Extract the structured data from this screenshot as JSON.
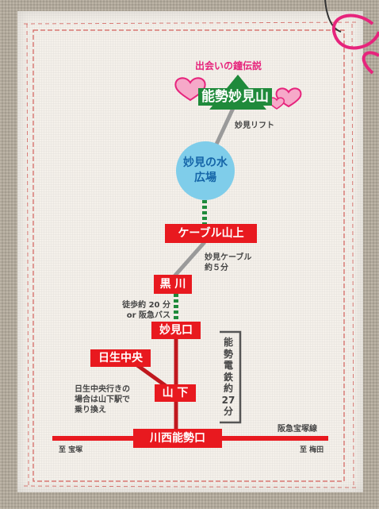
{
  "title": {
    "legend_text": "出会いの鐘伝説",
    "summit": "能勢妙見山"
  },
  "lift_label": "妙見リフト",
  "plaza": {
    "line1": "妙見の水",
    "line2": "広場"
  },
  "stations": {
    "cable_top": "ケーブル山上",
    "kurokawa": "黒 川",
    "myokenguchi": "妙見口",
    "nissei_chuo": "日生中央",
    "yamashita": "山 下",
    "kawanishi": "川西能勢口"
  },
  "cable_label": {
    "line1": "妙見ケーブル",
    "line2": "約５分"
  },
  "walk_label": {
    "line1": "徒歩約 20 分",
    "line2": "or 阪急バス"
  },
  "railway_label": [
    "能",
    "勢",
    "電",
    "鉄",
    "約",
    "27",
    "分"
  ],
  "transfer_note": [
    "日生中央行きの",
    "場合は山下駅で",
    "乗り換え"
  ],
  "hankyu_line": "阪急宝塚線",
  "to_takarazuka": "至 宝塚",
  "to_umeda": "至 梅田",
  "colors": {
    "station_red": "#e8191f",
    "green": "#1f8a3b",
    "plaza_blue": "#7fcdea",
    "heart_pink": "#e6247c"
  }
}
